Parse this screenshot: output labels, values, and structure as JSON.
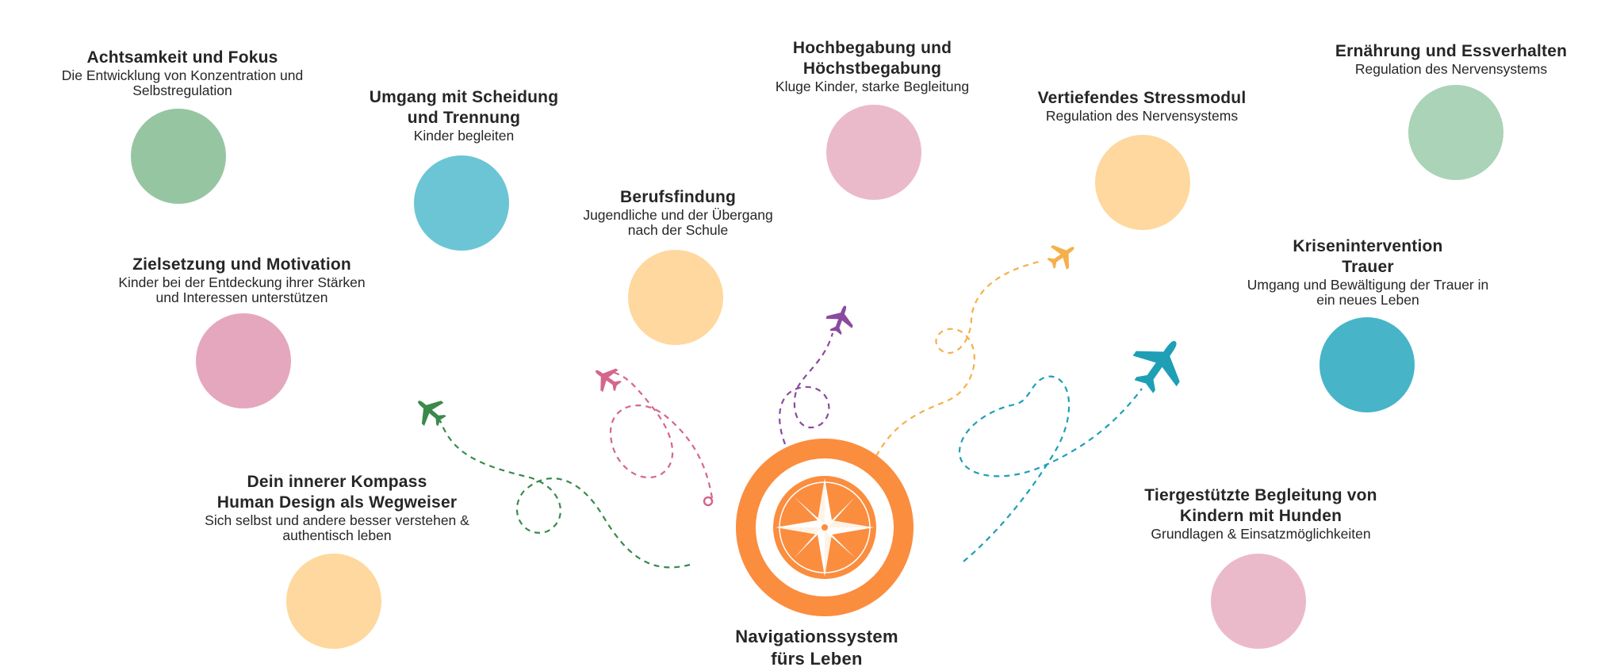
{
  "colors": {
    "green": "#96c5a2",
    "sage": "#aad3b7",
    "cyan": "#6bc5d5",
    "teal": "#47b4c8",
    "peach": "#fed89e",
    "pink": "#e5a7bd",
    "lightpink": "#eabacb",
    "compass_orange": "#fb8d3f"
  },
  "center": {
    "title": "Navigationssystem\nfürs Leben",
    "icon": "compass-icon"
  },
  "nodes": [
    {
      "id": "achtsamkeit",
      "title": "Achtsamkeit und Fokus",
      "subtitle": "Die Entwicklung von Konzentration und\nSelbstregulation",
      "color": "green"
    },
    {
      "id": "scheidung",
      "title": "Umgang mit Scheidung\nund Trennung",
      "subtitle": "Kinder begleiten",
      "color": "cyan"
    },
    {
      "id": "hochbegabung",
      "title": "Hochbegabung und\nHöchstbegabung",
      "subtitle": "Kluge Kinder, starke Begleitung",
      "color": "lightpink"
    },
    {
      "id": "stressmodul",
      "title": "Vertiefendes Stressmodul",
      "subtitle": "Regulation des Nervensystems",
      "color": "peach"
    },
    {
      "id": "ernaehrung",
      "title": "Ernährung und Essverhalten",
      "subtitle": "Regulation des Nervensystems",
      "color": "sage"
    },
    {
      "id": "berufsfindung",
      "title": "Berufsfindung",
      "subtitle": "Jugendliche und der Übergang\nnach der Schule",
      "color": "peach"
    },
    {
      "id": "zielsetzung",
      "title": "Zielsetzung und Motivation",
      "subtitle": "Kinder bei der Entdeckung ihrer Stärken\nund Interessen unterstützen",
      "color": "pink"
    },
    {
      "id": "krisenintervention",
      "title": "Krisenintervention\nTrauer",
      "subtitle": "Umgang und Bewältigung der Trauer in\nein neues Leben",
      "color": "teal"
    },
    {
      "id": "kompass",
      "title": "Dein innerer Kompass\nHuman Design als Wegweiser",
      "subtitle": "Sich selbst und andere besser verstehen &\nauthentisch leben",
      "color": "peach"
    },
    {
      "id": "tiergestuetzt",
      "title": "Tiergestützte Begleitung von\nKindern mit Hunden",
      "subtitle": "Grundlagen & Einsatzmöglichkeiten",
      "color": "lightpink"
    }
  ],
  "planes": [
    {
      "id": "green",
      "icon": "airplane-icon",
      "color": "#3a8a4c"
    },
    {
      "id": "pink",
      "icon": "airplane-icon",
      "color": "#d5668a"
    },
    {
      "id": "purple",
      "icon": "airplane-icon",
      "color": "#8b4a9e"
    },
    {
      "id": "orange",
      "icon": "airplane-icon",
      "color": "#f5b04a"
    },
    {
      "id": "teal",
      "icon": "airplane-icon",
      "color": "#1e9fb5"
    }
  ]
}
